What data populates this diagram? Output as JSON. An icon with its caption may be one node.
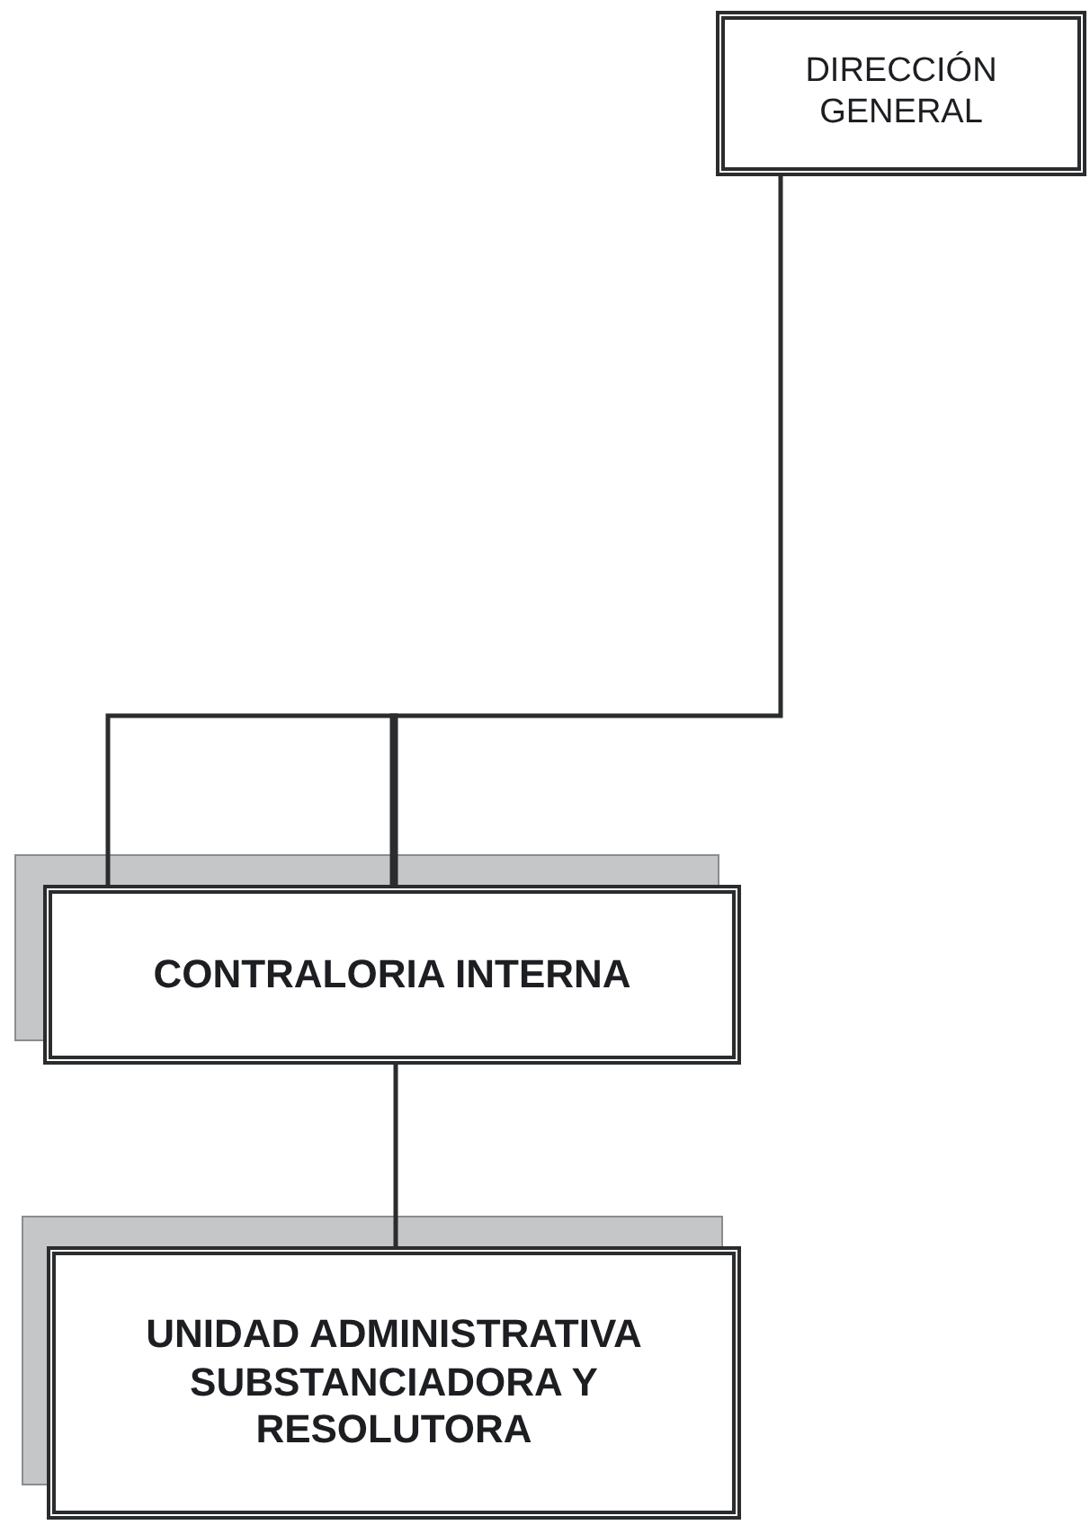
{
  "diagram": {
    "nodes": [
      {
        "text": [
          "DIRECCIÓN GENERAL"
        ]
      },
      {
        "text": [
          "CONTRALORIA INTERNA"
        ]
      },
      {
        "text": [
          "UNIDAD ADMINISTRATIVA SUBSTANCIADORA Y RESOLUTORA"
        ]
      }
    ],
    "edges": [
      {
        "from": 0,
        "to": 1,
        "arrow": "none"
      },
      {
        "from": 1,
        "to": 2,
        "arrow": "none"
      }
    ]
  }
}
